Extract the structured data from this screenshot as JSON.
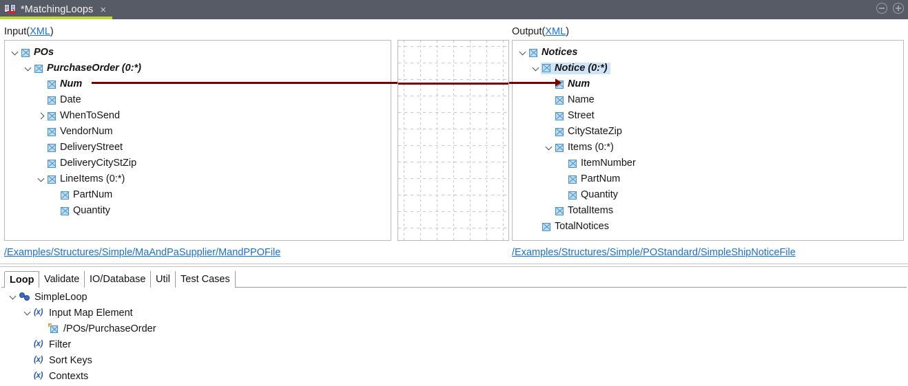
{
  "window": {
    "tab_title": "*MatchingLoops",
    "tab_icon": "map-document-icon",
    "close_glyph": "×",
    "minimize_label": "",
    "maximize_label": "",
    "accent_color": "#bed63a",
    "titlebar_color": "#565b66"
  },
  "input_section": {
    "label": "Input",
    "open_paren": "(",
    "link": "XML",
    "close_paren": ")",
    "path": "/Examples/Structures/Simple/MaAndPaSupplier/MandPPOFile",
    "tree": [
      {
        "label": "POs",
        "indent": 0,
        "chevron": "down",
        "bold_italic": true,
        "selected": false
      },
      {
        "label": "PurchaseOrder (0:*)",
        "indent": 1,
        "chevron": "down",
        "bold_italic": true,
        "selected": false
      },
      {
        "label": "Num",
        "indent": 2,
        "chevron": "none",
        "bold_italic": true,
        "selected": false
      },
      {
        "label": "Date",
        "indent": 2,
        "chevron": "none",
        "bold_italic": false,
        "selected": false
      },
      {
        "label": "WhenToSend",
        "indent": 2,
        "chevron": "right",
        "bold_italic": false,
        "selected": false
      },
      {
        "label": "VendorNum",
        "indent": 2,
        "chevron": "none",
        "bold_italic": false,
        "selected": false
      },
      {
        "label": "DeliveryStreet",
        "indent": 2,
        "chevron": "none",
        "bold_italic": false,
        "selected": false
      },
      {
        "label": "DeliveryCityStZip",
        "indent": 2,
        "chevron": "none",
        "bold_italic": false,
        "selected": false
      },
      {
        "label": "LineItems (0:*)",
        "indent": 2,
        "chevron": "down",
        "bold_italic": false,
        "selected": false
      },
      {
        "label": "PartNum",
        "indent": 3,
        "chevron": "none",
        "bold_italic": false,
        "selected": false
      },
      {
        "label": "Quantity",
        "indent": 3,
        "chevron": "none",
        "bold_italic": false,
        "selected": false
      }
    ]
  },
  "output_section": {
    "label": "Output",
    "open_paren": "(",
    "link": "XML",
    "close_paren": ")",
    "path": "/Examples/Structures/Simple/POStandard/SimpleShipNoticeFile",
    "tree": [
      {
        "label": "Notices",
        "indent": 0,
        "chevron": "down",
        "bold_italic": true,
        "selected": false
      },
      {
        "label": "Notice (0:*)",
        "indent": 1,
        "chevron": "down",
        "bold_italic": true,
        "selected": true
      },
      {
        "label": "Num",
        "indent": 2,
        "chevron": "none",
        "bold_italic": true,
        "selected": false
      },
      {
        "label": "Name",
        "indent": 2,
        "chevron": "none",
        "bold_italic": false,
        "selected": false
      },
      {
        "label": "Street",
        "indent": 2,
        "chevron": "none",
        "bold_italic": false,
        "selected": false
      },
      {
        "label": "CityStateZip",
        "indent": 2,
        "chevron": "none",
        "bold_italic": false,
        "selected": false
      },
      {
        "label": "Items (0:*)",
        "indent": 2,
        "chevron": "down",
        "bold_italic": false,
        "selected": false
      },
      {
        "label": "ItemNumber",
        "indent": 3,
        "chevron": "none",
        "bold_italic": false,
        "selected": false
      },
      {
        "label": "PartNum",
        "indent": 3,
        "chevron": "none",
        "bold_italic": false,
        "selected": false
      },
      {
        "label": "Quantity",
        "indent": 3,
        "chevron": "none",
        "bold_italic": false,
        "selected": false
      },
      {
        "label": "TotalItems",
        "indent": 2,
        "chevron": "none",
        "bold_italic": false,
        "selected": false
      },
      {
        "label": "TotalNotices",
        "indent": 1,
        "chevron": "none",
        "bold_italic": false,
        "selected": false
      }
    ]
  },
  "canvas": {
    "connector_color": "#7a0000",
    "connector_from": "Num",
    "connector_to": "Num"
  },
  "bottom_tabs": {
    "items": [
      {
        "label": "Loop",
        "active": true
      },
      {
        "label": "Validate",
        "active": false
      },
      {
        "label": "IO/Database",
        "active": false
      },
      {
        "label": "Util",
        "active": false
      },
      {
        "label": "Test Cases",
        "active": false
      }
    ]
  },
  "bottom_tree": [
    {
      "label": "SimpleLoop",
      "indent": 0,
      "chevron": "down",
      "icon": "gears-icon"
    },
    {
      "label": "Input Map Element",
      "indent": 1,
      "chevron": "down",
      "icon": "fx-icon"
    },
    {
      "label": "/POs/PurchaseOrder",
      "indent": 2,
      "chevron": "none",
      "icon": "map-element-icon"
    },
    {
      "label": "Filter",
      "indent": 1,
      "chevron": "none",
      "icon": "fx-icon"
    },
    {
      "label": "Sort Keys",
      "indent": 1,
      "chevron": "none",
      "icon": "fx-icon"
    },
    {
      "label": "Contexts",
      "indent": 1,
      "chevron": "none",
      "icon": "fx-icon"
    }
  ]
}
